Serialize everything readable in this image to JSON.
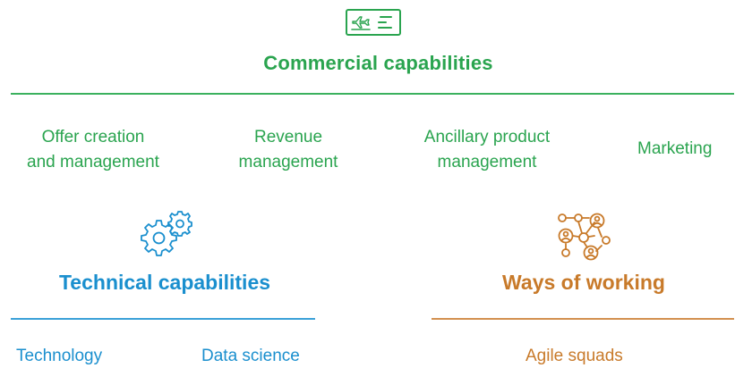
{
  "commercial": {
    "icon": "boarding-pass-icon",
    "title": "Commercial capabilities",
    "color": "#2aa44f",
    "items": [
      {
        "line1": "Offer creation",
        "line2": "and management"
      },
      {
        "line1": "Revenue",
        "line2": "management"
      },
      {
        "line1": "Ancillary product",
        "line2": "management"
      },
      {
        "line1": "Marketing"
      }
    ]
  },
  "technical": {
    "icon": "gears-icon",
    "title": "Technical capabilities",
    "color": "#1a8fce",
    "items": [
      "Technology",
      "Data science"
    ]
  },
  "ways": {
    "icon": "people-network-icon",
    "title": "Ways of working",
    "color": "#c87a2a",
    "items": [
      "Agile squads"
    ]
  }
}
